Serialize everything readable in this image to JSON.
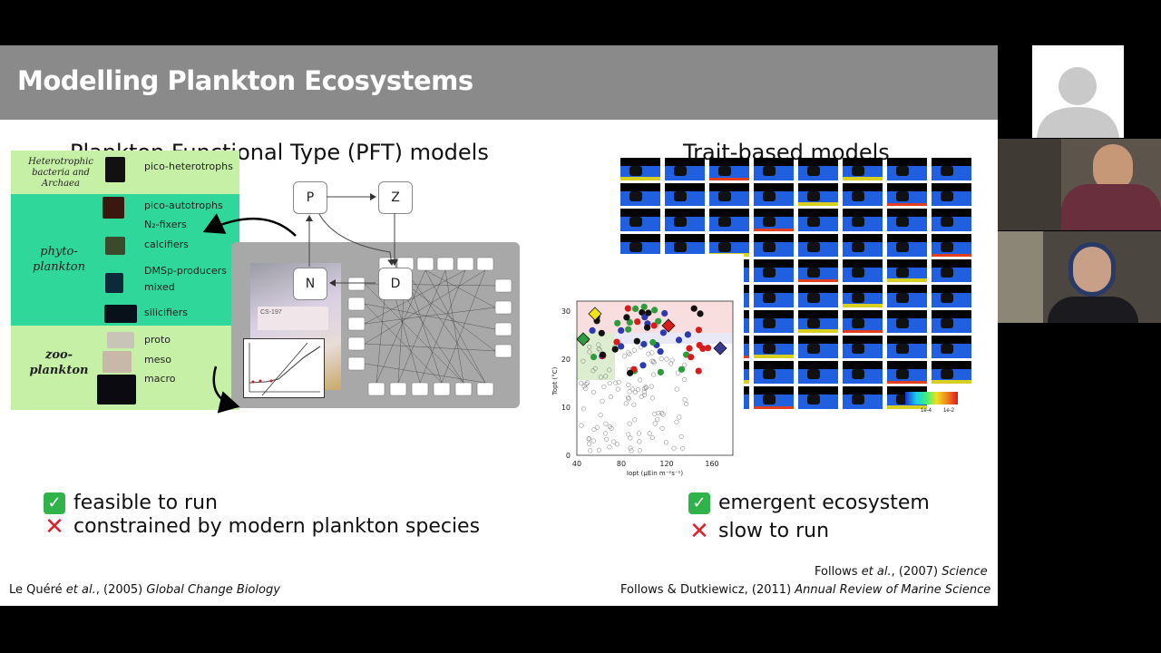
{
  "slide": {
    "title": "Modelling Plankton Ecosystems",
    "left_heading": "Plankton Functional Type (PFT) models",
    "right_heading": "Trait-based models"
  },
  "pft": {
    "groups": [
      {
        "label": "Heterotrophic bacteria and Archaea"
      },
      {
        "label": "phyto-plankton"
      },
      {
        "label": "zoo-plankton"
      }
    ],
    "items": [
      "pico-heterotrophs",
      "pico-autotrophs",
      "N₂-fixers",
      "calcifiers",
      "DMSp-producers",
      "mixed",
      "silicifiers",
      "proto",
      "meso",
      "macro"
    ],
    "nodes": {
      "p": "P",
      "z": "Z",
      "n": "N",
      "d": "D"
    },
    "photo_label": "CS-197"
  },
  "scatter": {
    "ylabel": "Topt (°C)",
    "xlabel": "Iopt (μEin m⁻²s⁻¹)",
    "xticks": [
      "40",
      "80",
      "120",
      "160"
    ],
    "yticks": [
      "0",
      "10",
      "20",
      "30"
    ]
  },
  "colorbar": {
    "low": "1e-4",
    "high": "1e-2"
  },
  "pros_cons": {
    "pft_pro": "feasible to run",
    "pft_con": "constrained by modern plankton species",
    "trait_pro": "emergent ecosystem",
    "trait_con": "slow to run"
  },
  "citations": {
    "left_authors": "Le Quéré ",
    "left_etal": "et al.",
    "left_year": ", (2005) ",
    "left_journal": "Global Change Biology",
    "right1_authors": "Follows ",
    "right1_etal": "et al.",
    "right1_year": ", (2007) ",
    "right1_journal": "Science",
    "right2_authors": "Follows & Dutkiewicz, (2011) ",
    "right2_journal": "Annual Review of Marine Science"
  },
  "icons": {
    "pro": "check-mark-icon",
    "con": "cross-mark-icon"
  },
  "colors": {
    "header": "#8a8a8a",
    "band_light": "#c6f0a6",
    "band_green": "#2fd79a",
    "check": "#2fb34a",
    "cross": "#e0202a"
  }
}
